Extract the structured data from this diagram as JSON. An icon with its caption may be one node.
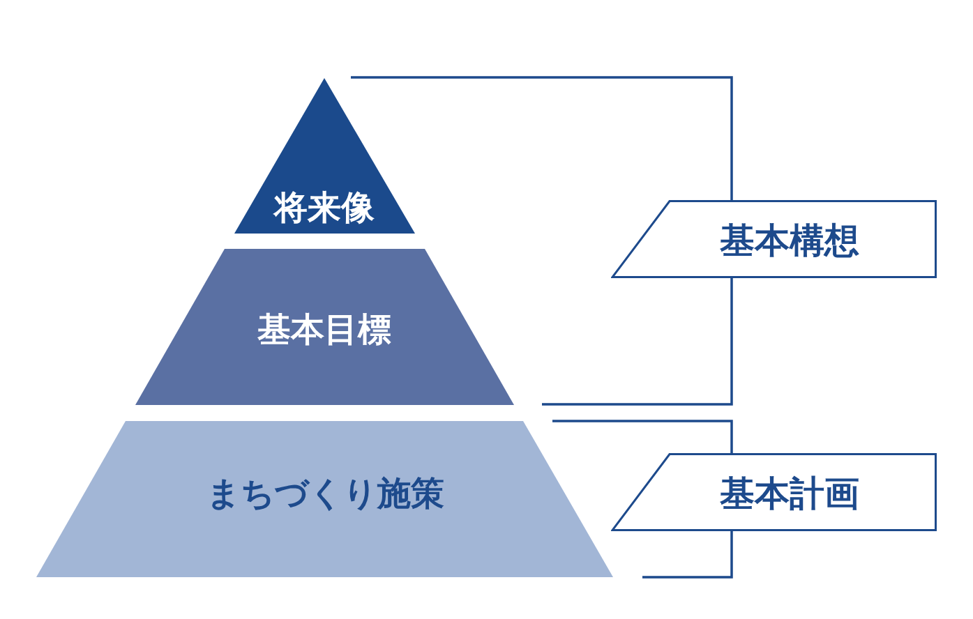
{
  "diagram": {
    "nodes": [
      {
        "text": [
          "将来像"
        ]
      },
      {
        "text": [
          "基本目標"
        ]
      },
      {
        "text": [
          "まちづくり施策"
        ]
      },
      {
        "text": [
          "基本構想"
        ]
      },
      {
        "text": [
          "基本計画"
        ]
      }
    ]
  }
}
